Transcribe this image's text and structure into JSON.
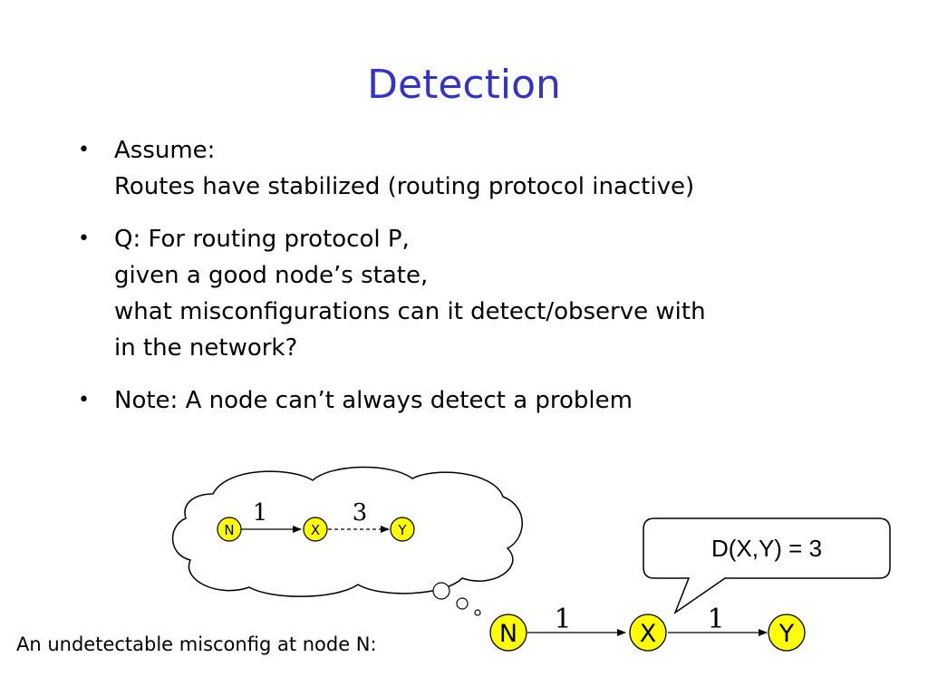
{
  "slide": {
    "title": "Detection",
    "bullets": [
      {
        "lines": [
          "Assume:",
          "Routes have stabilized (routing protocol inactive)"
        ]
      },
      {
        "lines": [
          "Q: For routing protocol P,",
          "given a good node’s state,",
          "what misconfigurations can it detect/observe with",
          "in the network?"
        ]
      },
      {
        "lines": [
          "Note: A node can’t always detect a problem"
        ]
      }
    ],
    "caption": "An undetectable misconfig at node N:"
  },
  "diagram": {
    "thought": {
      "nodes": [
        "N",
        "X",
        "Y"
      ],
      "edge_weights": [
        "1",
        "3"
      ]
    },
    "actual": {
      "nodes": [
        "N",
        "X",
        "Y"
      ],
      "edge_weights": [
        "1",
        "1"
      ]
    },
    "callout": "D(X,Y) = 3",
    "colors": {
      "node_fill": "#ffff00",
      "title": "#3333cc"
    }
  }
}
